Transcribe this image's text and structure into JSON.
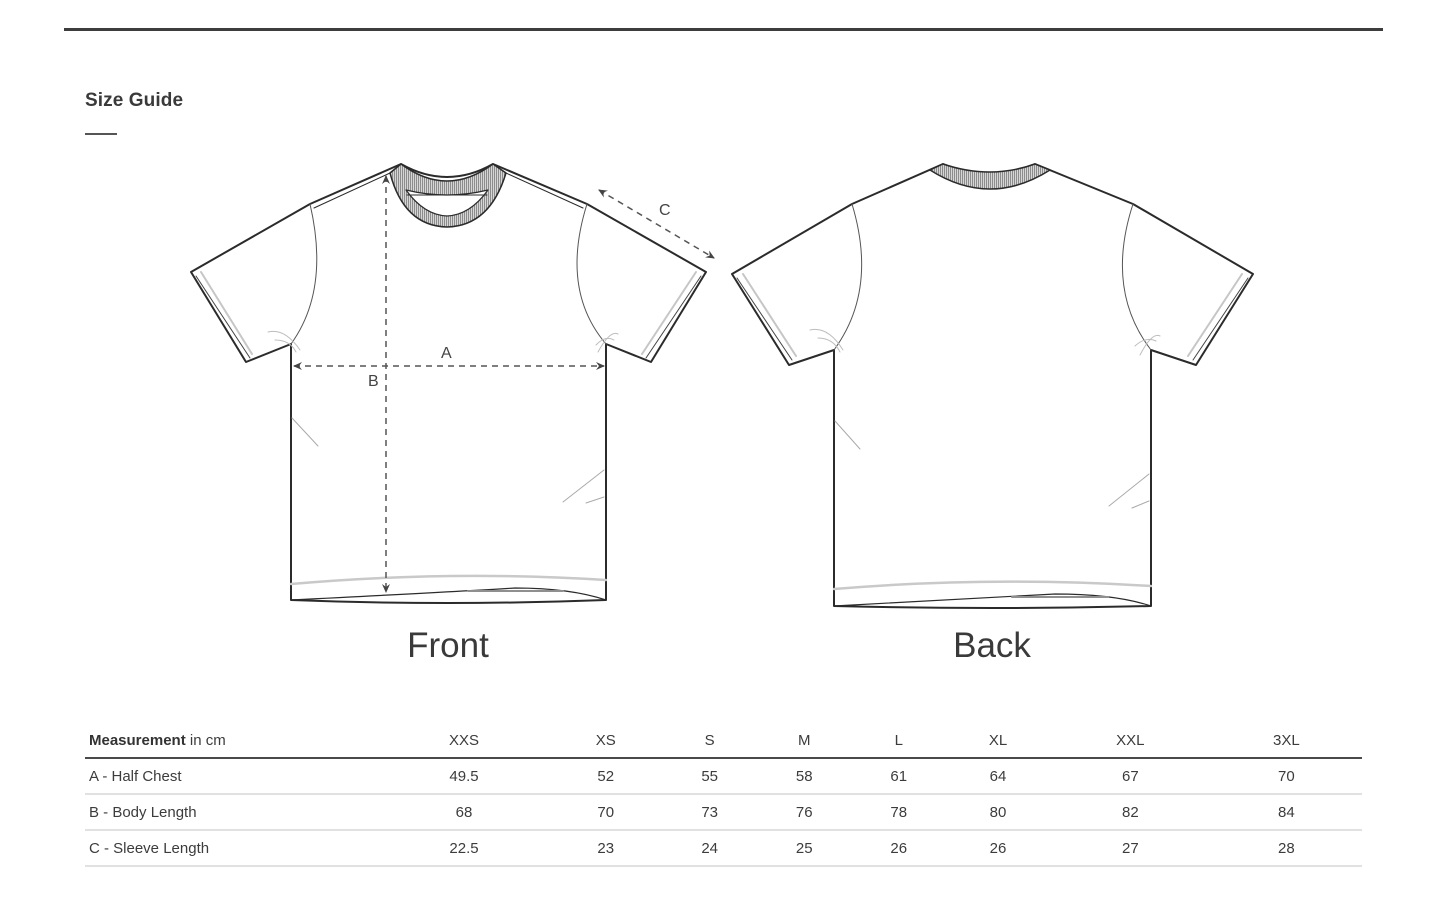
{
  "page": {
    "title": "Size Guide"
  },
  "drawing": {
    "views": {
      "front_label": "Front",
      "back_label": "Back"
    },
    "dimensions": {
      "a": "A",
      "b": "B",
      "c": "C"
    },
    "colors": {
      "outline": "#2b2b2b",
      "rib": "#8c8c8c",
      "dash": "#555555",
      "stitch": "#bdbdbd"
    }
  },
  "table": {
    "header": {
      "label_bold": "Measurement",
      "label_unit": " in cm",
      "sizes": [
        "XXS",
        "XS",
        "S",
        "M",
        "L",
        "XL",
        "XXL",
        "3XL"
      ]
    },
    "rows": [
      {
        "label": "A - Half Chest",
        "values": [
          "49.5",
          "52",
          "55",
          "58",
          "61",
          "64",
          "67",
          "70"
        ]
      },
      {
        "label": "B - Body Length",
        "values": [
          "68",
          "70",
          "73",
          "76",
          "78",
          "80",
          "82",
          "84"
        ]
      },
      {
        "label": "C - Sleeve Length",
        "values": [
          "22.5",
          "23",
          "24",
          "25",
          "26",
          "26",
          "27",
          "28"
        ]
      }
    ]
  }
}
